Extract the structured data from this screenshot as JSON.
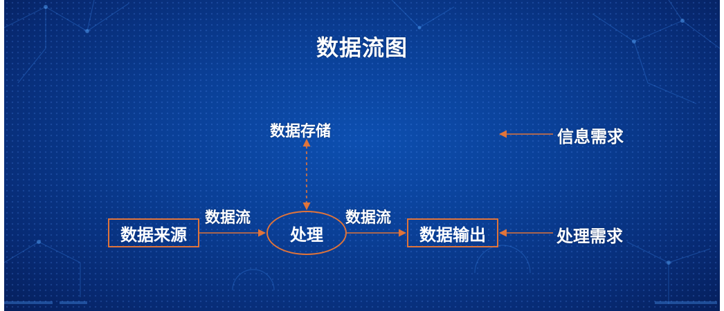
{
  "title": "数据流图",
  "nodes": {
    "source": "数据来源",
    "process": "处理",
    "output": "数据输出"
  },
  "labels": {
    "store": "数据存储",
    "flow_left": "数据流",
    "flow_right": "数据流",
    "info_need": "信息需求",
    "process_need": "处理需求"
  },
  "colors": {
    "background": "#0a3f96",
    "accent": "#e0743a",
    "text": "#ffffff"
  }
}
